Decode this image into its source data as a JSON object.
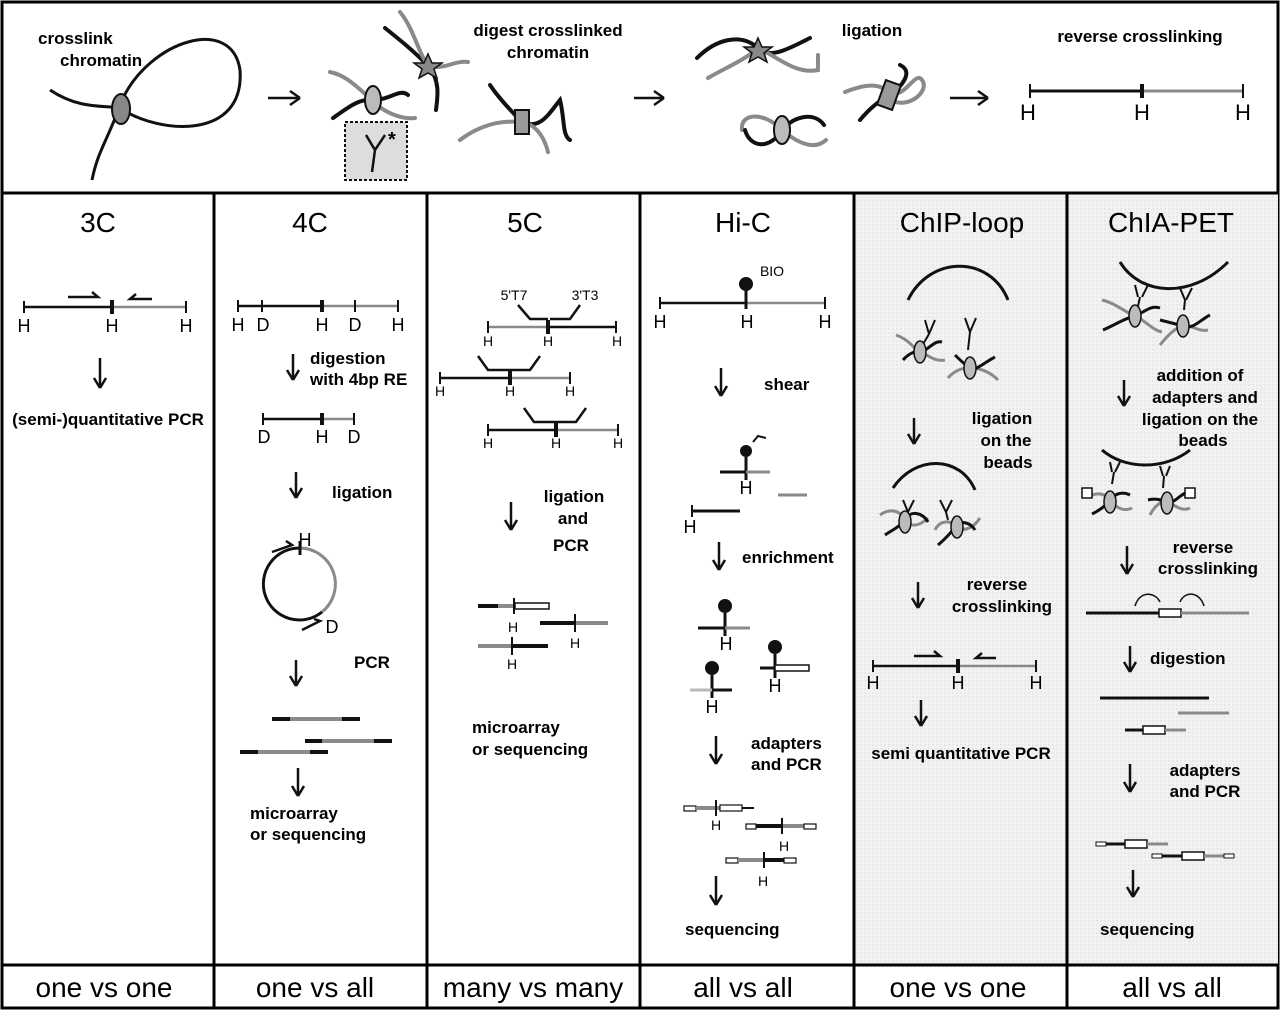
{
  "top": {
    "step1": [
      "crosslink",
      "chromatin"
    ],
    "step2": [
      "digest crosslinked",
      "chromatin"
    ],
    "step3": "ligation",
    "step4": "reverse crosslinking",
    "site": "H"
  },
  "columns": [
    {
      "title": "3C",
      "footer": "one vs one"
    },
    {
      "title": "4C",
      "footer": "one vs all"
    },
    {
      "title": "5C",
      "footer": "many vs many"
    },
    {
      "title": "Hi-C",
      "footer": "all vs all"
    },
    {
      "title": "ChIP-loop",
      "footer": "one vs one"
    },
    {
      "title": "ChIA-PET",
      "footer": "all vs all"
    }
  ],
  "c3": {
    "step": "(semi-)quantitative PCR"
  },
  "c4": {
    "digestion": [
      "digestion",
      "with 4bp RE"
    ],
    "ligation": "ligation",
    "pcr": "PCR",
    "readout": [
      "microarray",
      "or sequencing"
    ],
    "site_h": "H",
    "site_d": "D"
  },
  "c5": {
    "t7": "5'T7",
    "t3": "3'T3",
    "ligation": [
      "ligation",
      "and",
      "PCR"
    ],
    "readout": [
      "microarray",
      "or sequencing"
    ]
  },
  "hic": {
    "bio": "BIO",
    "shear": "shear",
    "enrichment": "enrichment",
    "adapters": [
      "adapters",
      "and PCR"
    ],
    "sequencing": "sequencing"
  },
  "chip": {
    "ligation": [
      "ligation",
      "on the",
      "beads"
    ],
    "reverse": [
      "reverse",
      "crosslinking"
    ],
    "pcr": "semi quantitative PCR"
  },
  "chia": {
    "addition": [
      "addition of",
      "adapters and",
      "ligation on the",
      "beads"
    ],
    "reverse": [
      "reverse",
      "crosslinking"
    ],
    "digestion": "digestion",
    "adapters": [
      "adapters",
      "and PCR"
    ],
    "sequencing": "sequencing"
  },
  "colors": {
    "dark": "#111111",
    "gray": "#8a8a8a",
    "panel_shade": "#ececec"
  }
}
